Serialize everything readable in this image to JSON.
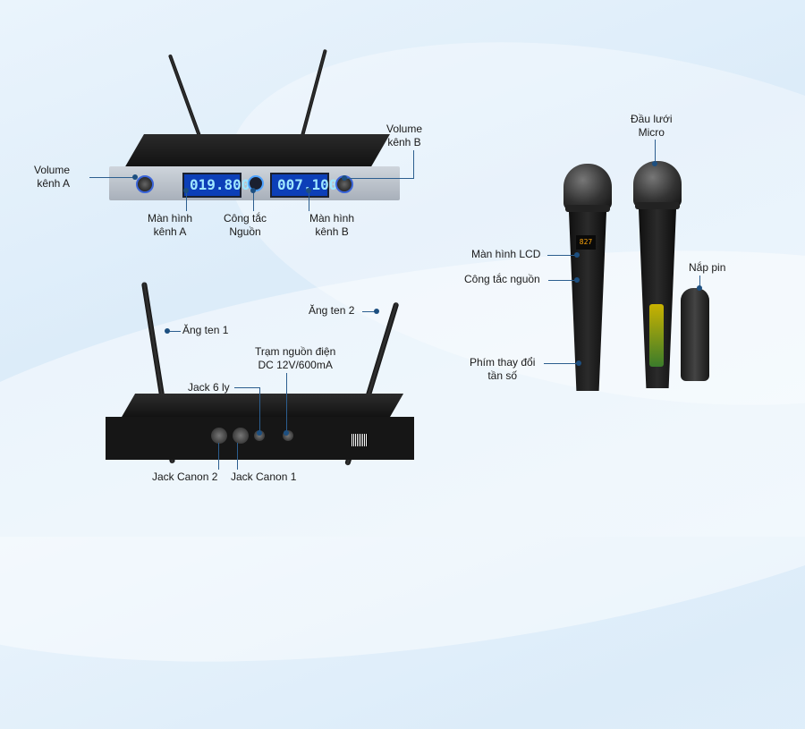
{
  "labels": {
    "volume_a": "Volume\nkênh A",
    "volume_b": "Volume\nkênh B",
    "screen_a": "Màn hình\nkênh A",
    "power_switch": "Công tắc\nNguồn",
    "screen_b": "Màn hình\nkênh B",
    "antenna_1": "Ăng ten 1",
    "antenna_2": "Ăng ten 2",
    "power_station": "Trạm nguồn điện\nDC 12V/600mA",
    "jack_6": "Jack 6 ly",
    "jack_canon_2": "Jack Canon 2",
    "jack_canon_1": "Jack Canon 1",
    "mic_head": "Đầu lưới\nMicro",
    "lcd_screen": "Màn hình LCD",
    "mic_power": "Công tắc nguồn",
    "freq_button": "Phím thay đổi\ntần số",
    "battery_cap": "Nắp pin"
  },
  "device": {
    "screen_a_value": "019.800",
    "screen_b_value": "007.100",
    "mic_lcd_value": "827"
  },
  "colors": {
    "accent": "#1d4f80",
    "screen": "#0c3fb8"
  }
}
